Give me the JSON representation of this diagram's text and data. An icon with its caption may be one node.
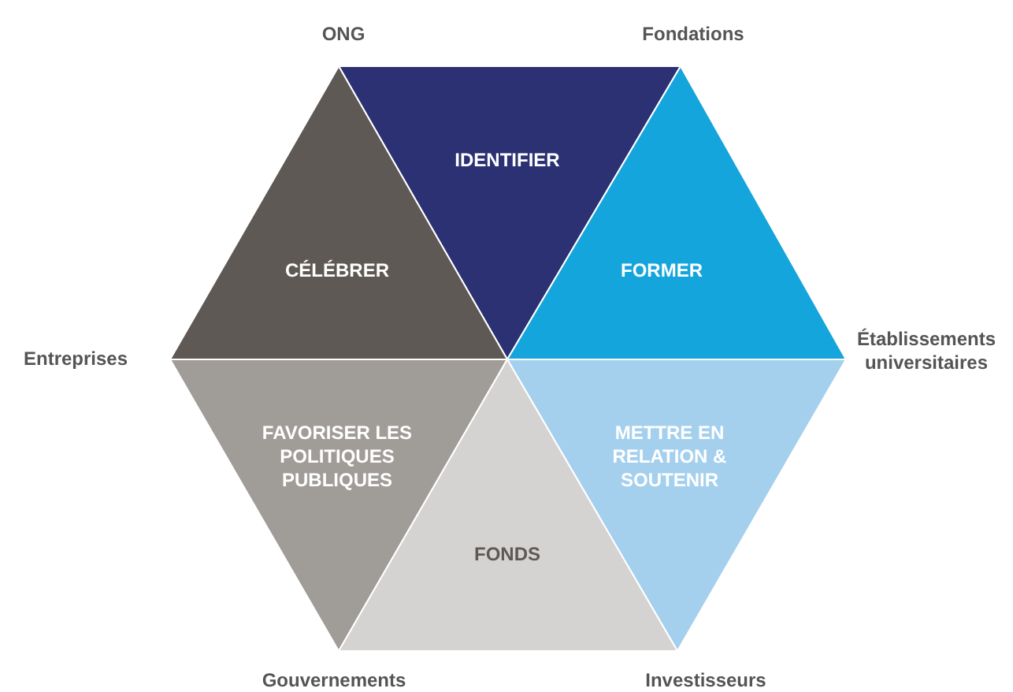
{
  "diagram": {
    "nodes": [
      {
        "text": [
          "IDENTIFIER"
        ]
      },
      {
        "text": [
          "CÉLÉBRER"
        ]
      },
      {
        "text": [
          "FORMER"
        ]
      },
      {
        "text": [
          "FAVORISER LES POLITIQUES PUBLIQUES"
        ]
      },
      {
        "text": [
          "METTRE EN RELATION & SOUTENIR"
        ]
      },
      {
        "text": [
          "FONDS"
        ]
      }
    ],
    "labels": [
      "ONG",
      "Fondations",
      "Entreprises",
      "Établissements universitaires",
      "Gouvernements",
      "Investisseurs"
    ]
  }
}
